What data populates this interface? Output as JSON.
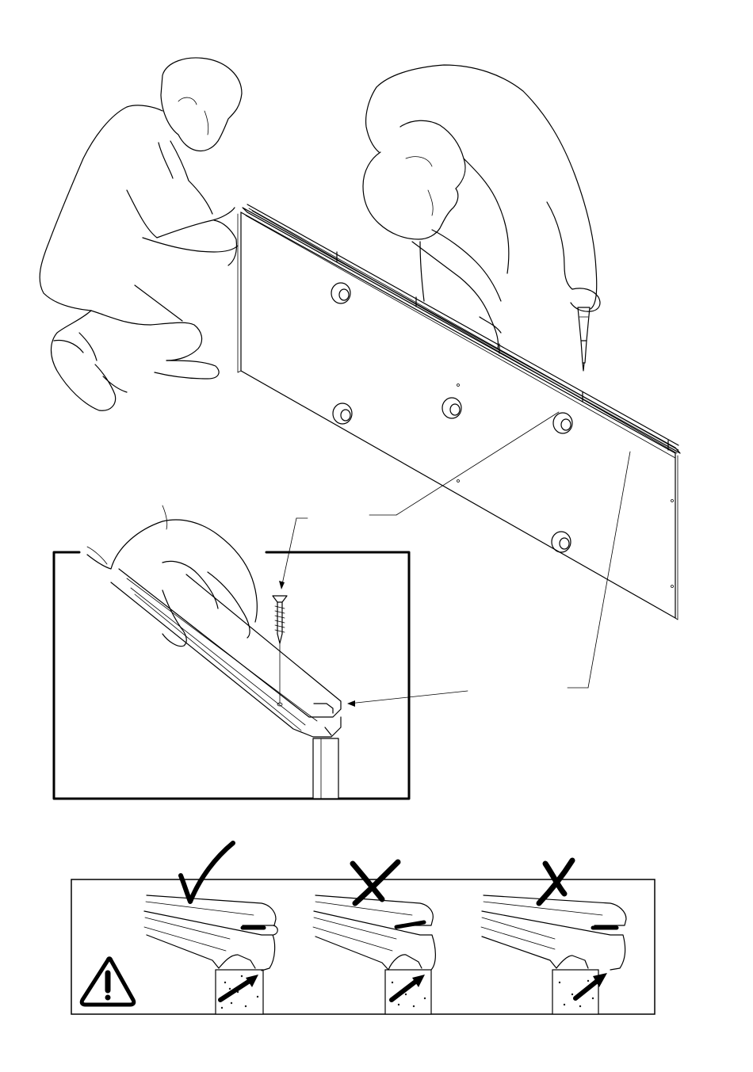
{
  "diagram": {
    "main_scene": {
      "people": [
        "kneeling-person",
        "standing-person"
      ],
      "tool": "screwdriver-icon",
      "panel": "wall-panel",
      "rail": "top-rail"
    },
    "detail_view": {
      "items": [
        "hand",
        "rail-profile",
        "screw-icon"
      ]
    },
    "warning_box": {
      "icon": "warning-icon",
      "panels": [
        {
          "mark": "check-mark-icon",
          "status": "correct"
        },
        {
          "mark": "cross-mark-icon",
          "status": "incorrect"
        },
        {
          "mark": "cross-mark-icon",
          "status": "incorrect"
        }
      ]
    }
  }
}
